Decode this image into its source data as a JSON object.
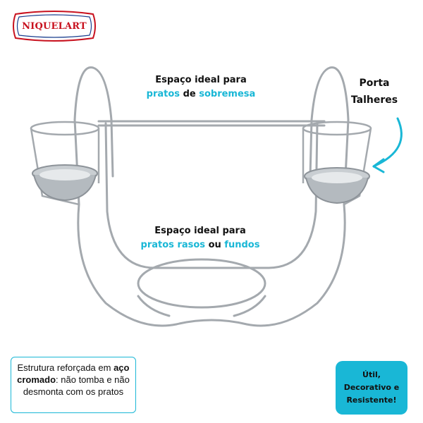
{
  "brand": {
    "logo_text": "NIQUELART",
    "logo_color": "#c8121f"
  },
  "colors": {
    "accent": "#19b7d6",
    "metal": "#9aa0a6"
  },
  "captions": {
    "top": {
      "line1": "Espaço ideal para",
      "word1": "pratos",
      "connector": " de ",
      "word2": "sobremesa"
    },
    "middle": {
      "line1": "Espaço ideal para",
      "word1": "pratos rasos",
      "connector": " ou ",
      "word2": "fundos"
    }
  },
  "porta": {
    "line1": "Porta",
    "line2": "Talheres"
  },
  "info_box": {
    "part1": "Estrutura reforçada em ",
    "bold": "aço cromado",
    "part2": ": não tomba e não desmonta com os pratos"
  },
  "badge": {
    "line1": "Útil,",
    "line2": "Decorativo e",
    "line3": "Resistente!"
  },
  "icons": {
    "arrow": "curved-arrow-icon"
  }
}
